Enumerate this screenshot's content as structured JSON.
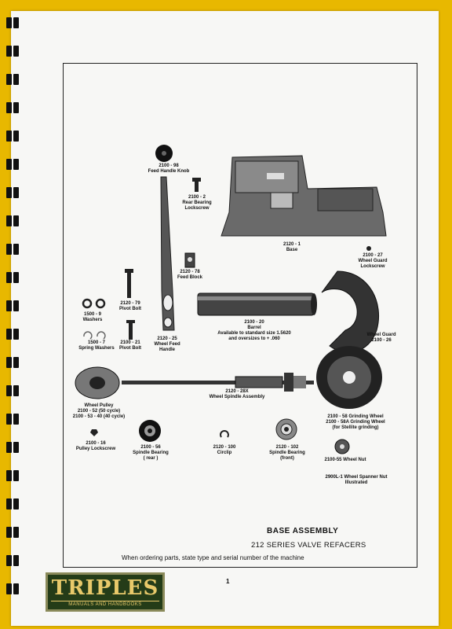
{
  "parts": {
    "p2100_98": "2100 - 98\nFeed Handle Knob",
    "p2100_2": "2100 - 2\nRear Bearing\nLockscrew",
    "p2120_1": "2120 - 1\nBase",
    "p2100_27": "2100 - 27\nWheel Guard\nLockscrew",
    "p2120_78": "2120 - 78\nFeed Block",
    "p1500_9": "1500 - 9\nWashers",
    "p2120_79": "2120 - 79\nPivot Bolt",
    "p2120_25": "2120 - 25\nWheel Feed\nHandle",
    "p2100_20": "2100 - 20\nBarrel\nAvailable to standard size 1.5620\nand oversizes to + .060",
    "p1500_7": "1500 - 7\nSpring Washers",
    "p2100_21": "2100 - 21\nPivot Bolt",
    "p2100_26": "Wheel Guard\n2100 - 26",
    "p2120_28x": "2120 - 28X\nWheel Spindle Assembly",
    "p2100_52": "Wheel Pulley\n2100 - 52 (50 cycle)\n2100 - 53 - 40 (40 cycle)",
    "p2100_58": "2100 - 58 Grinding Wheel\n2100 - 58A Grinding Wheel\n(for Stellite grinding)",
    "p2100_16": "2100 - 16\nPulley Lockscrew",
    "p2100_56": "2100 - 56\nSpindle Bearing\n( rear )",
    "p2120_100": "2120 - 100\nCirclip",
    "p2120_102": "2120 - 102\nSpindle Bearing\n(front)",
    "p2100_55": "2100-55 Wheel Nut",
    "p2900l_1": "2900L-1 Wheel Spanner Nut\nIllustrated"
  },
  "title": "BASE ASSEMBLY",
  "subtitle": "212 SERIES VALVE REFACERS",
  "note": "When ordering parts, state type and serial number of the machine",
  "page_number": "1",
  "logo": {
    "name": "TRIPLES",
    "tagline": "MANUALS AND HANDBOOKS"
  }
}
